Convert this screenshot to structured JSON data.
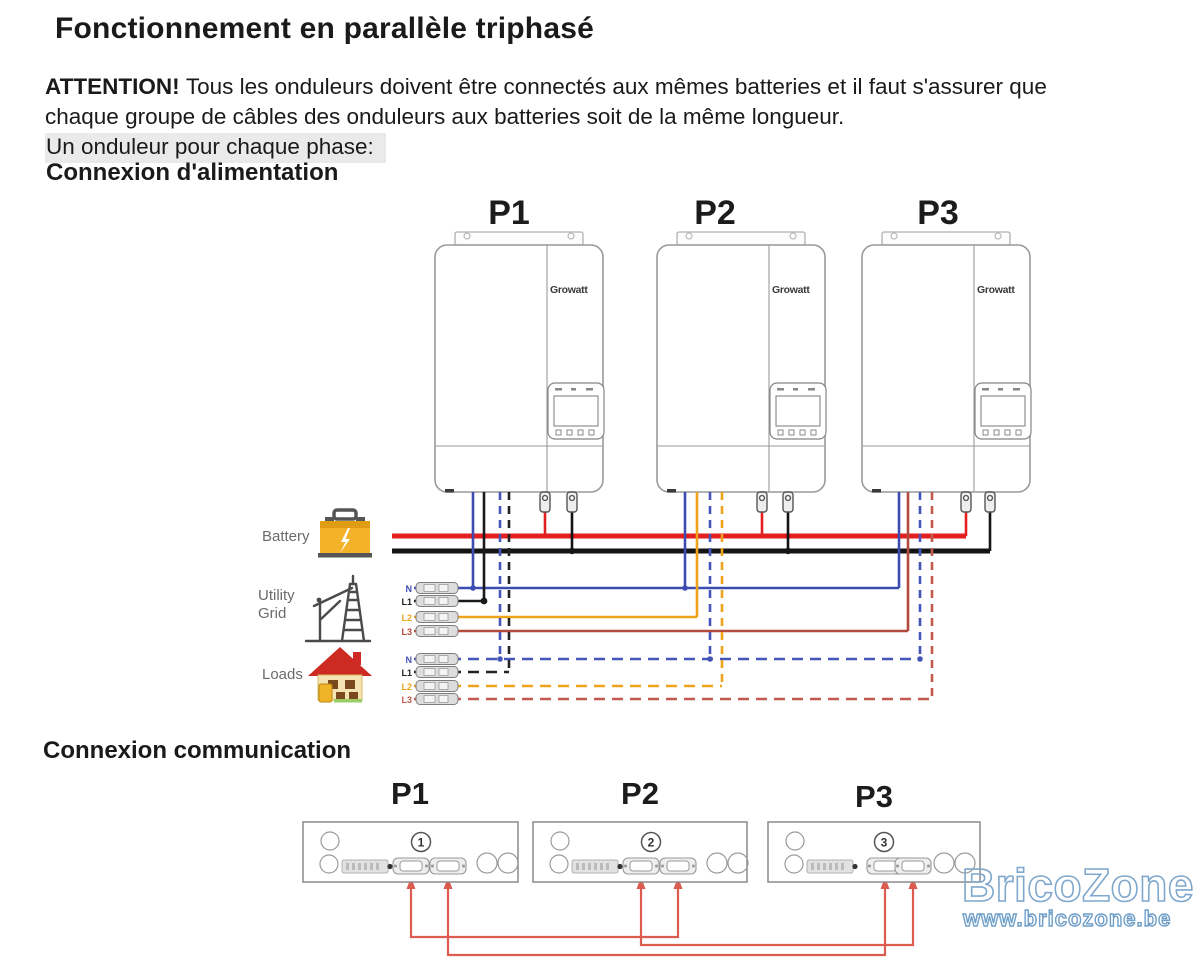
{
  "document": {
    "title": "Fonctionnement en parallèle triphasé",
    "warning": {
      "label": "ATTENTION!",
      "line1": "Tous les onduleurs doivent être connectés aux mêmes batteries et il faut s'assurer que",
      "line2": "chaque groupe de câbles des onduleurs aux batteries soit de la même longueur."
    },
    "note": "Un onduleur pour chaque phase:",
    "power_section_heading": "Connexion d'alimentation",
    "comm_section_heading": "Connexion communication"
  },
  "power_diagram": {
    "inverters": [
      {
        "label": "P1",
        "brand": "Growatt"
      },
      {
        "label": "P2",
        "brand": "Growatt"
      },
      {
        "label": "P3",
        "brand": "Growatt"
      }
    ],
    "battery_label": "Battery",
    "utility_label_line1": "Utility",
    "utility_label_line2": "Grid",
    "loads_label": "Loads",
    "grid_wire_labels": [
      "N",
      "L1",
      "L2",
      "L3"
    ],
    "load_wire_labels": [
      "N",
      "L1",
      "L2",
      "L3"
    ],
    "wire_colors": {
      "battery_plus": "#e31f1f",
      "battery_minus": "#141414",
      "neutral": "#3c4cb0",
      "line1": "#1a1a1a",
      "line2": "#efa31d",
      "line3": "#b44a3c",
      "loads_line3": "#c25a4e"
    }
  },
  "comm_diagram": {
    "units": [
      {
        "label": "P1",
        "port_number": "1"
      },
      {
        "label": "P2",
        "port_number": "2"
      },
      {
        "label": "P3",
        "port_number": "3"
      }
    ],
    "cable_color": "#dd5c50"
  },
  "watermark": {
    "brand": "BricoZone",
    "url": "www.bricozone.be"
  }
}
